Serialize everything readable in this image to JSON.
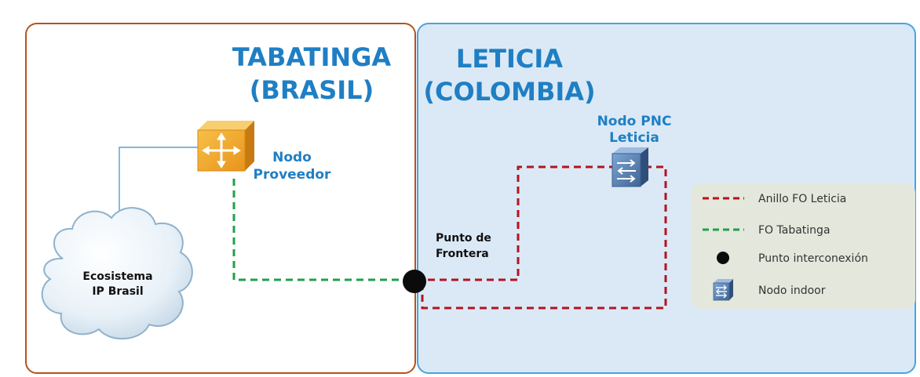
{
  "regions": {
    "brazil": {
      "title_line1": "TABATINGA",
      "title_line2": "(BRASIL)"
    },
    "colombia": {
      "title_line1": "LETICIA",
      "title_line2": "(COLOMBIA)"
    }
  },
  "nodes": {
    "provider": {
      "line1": "Nodo",
      "line2": "Proveedor"
    },
    "pnc": {
      "line1": "Nodo PNC",
      "line2": "Leticia"
    },
    "cloud": {
      "line1": "Ecosistema",
      "line2": "IP Brasil"
    },
    "border": {
      "line1": "Punto de",
      "line2": "Frontera"
    }
  },
  "legend": {
    "ring": "Anillo FO Leticia",
    "tabatinga": "FO Tabatinga",
    "interconnect": "Punto interconexión",
    "indoor": "Nodo indoor"
  },
  "colors": {
    "title_blue": "#1f7fc4",
    "brazil_border": "#b5531c",
    "colombia_border": "#4aa3dd",
    "colombia_fill": "#dbe9f6",
    "ring_red": "#b3141e",
    "fiber_green": "#1fa04b",
    "router_orange": "#f2a51f",
    "switch_blue": "#4b78ab"
  },
  "icons": {
    "router": "router-icon",
    "switch": "switch-icon",
    "cloud": "cloud-icon"
  }
}
